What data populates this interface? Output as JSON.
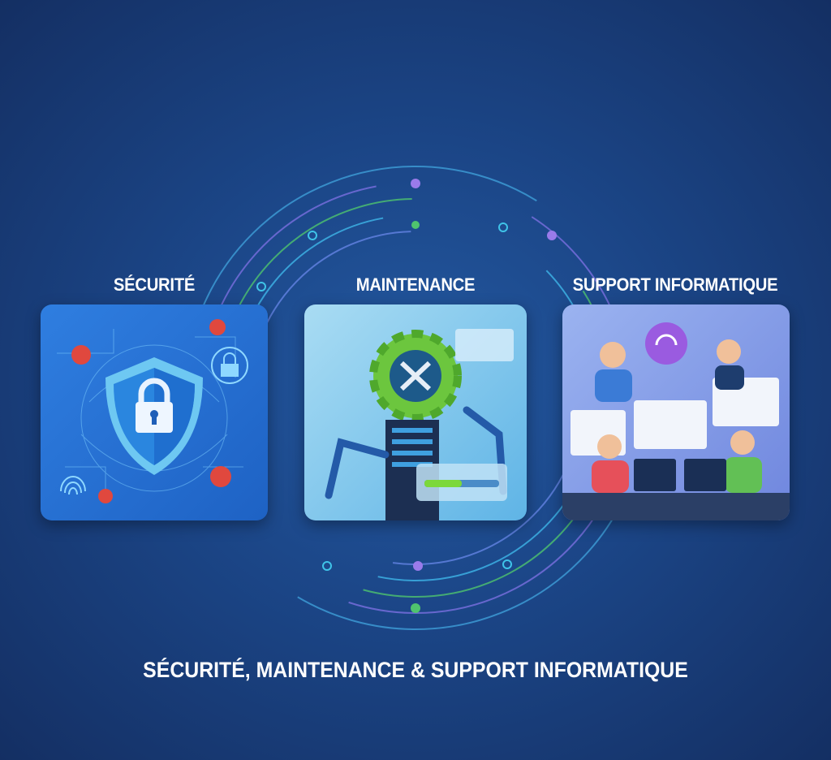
{
  "sections": [
    {
      "label": "SÉCURITÉ",
      "icon": "shield-lock-icon"
    },
    {
      "label": "MAINTENANCE",
      "icon": "gear-tools-icon",
      "progress_fill": 0.5
    },
    {
      "label": "SUPPORT INFORMATIQUE",
      "icon": "support-team-icon"
    }
  ],
  "footer_title": "SÉCURITÉ, MAINTENANCE & SUPPORT INFORMATIQUE",
  "colors": {
    "accent_green": "#7cc843",
    "accent_cyan": "#3fc3e8",
    "accent_purple": "#9a7bea",
    "threat_red": "#e0483e"
  }
}
